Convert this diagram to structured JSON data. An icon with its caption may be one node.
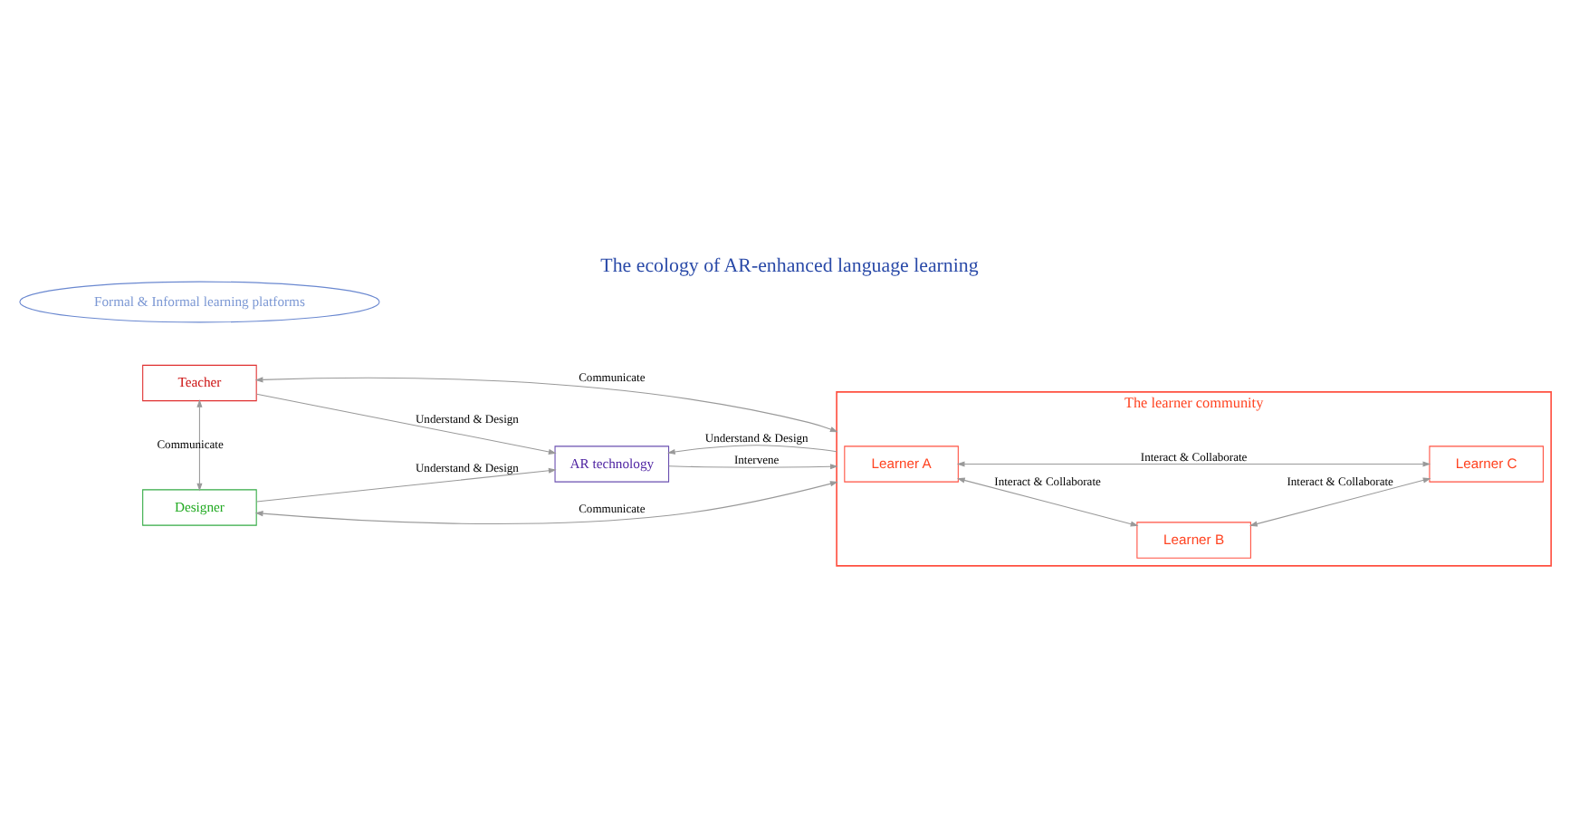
{
  "diagram": {
    "title": "The ecology of AR-enhanced language learning",
    "nodes": [
      {
        "text": [
          "Teacher"
        ]
      },
      {
        "text": [
          "AR technology"
        ]
      },
      {
        "text": [
          "Designer"
        ]
      },
      {
        "text": [
          "The learner community"
        ]
      },
      {
        "text": [
          "Learner A"
        ],
        "in": 3
      },
      {
        "text": [
          "Learner B"
        ],
        "in": 3
      },
      {
        "text": [
          "Learner C"
        ],
        "in": 3
      },
      {
        "text": [
          "Formal & Informal learning platforms"
        ]
      }
    ],
    "edges": [
      {
        "from": 0,
        "to": 3,
        "arrow": "both",
        "label": "Communicate"
      },
      {
        "from": 0,
        "to": 1,
        "arrow": "to",
        "label": "Understand & Design"
      },
      {
        "from": 0,
        "to": 2,
        "arrow": "both",
        "label": "Communicate"
      },
      {
        "from": 1,
        "to": 3,
        "arrow": "to",
        "label": "Intervene"
      },
      {
        "from": 3,
        "to": 1,
        "arrow": "to",
        "label": "Understand & Design"
      },
      {
        "from": 2,
        "to": 1,
        "arrow": "to",
        "label": "Understand & Design"
      },
      {
        "from": 2,
        "to": 3,
        "arrow": "both",
        "label": "Communicate"
      },
      {
        "from": 4,
        "to": 5,
        "arrow": "both",
        "label": "Interact & Collaborate"
      },
      {
        "from": 4,
        "to": 6,
        "arrow": "both",
        "label": "Interact & Collaborate"
      },
      {
        "from": 5,
        "to": 6,
        "arrow": "both",
        "label": "Interact & Collaborate"
      }
    ]
  }
}
